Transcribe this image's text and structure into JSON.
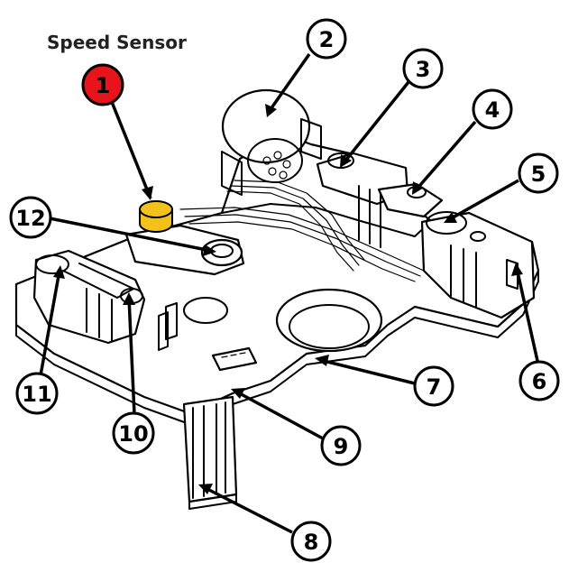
{
  "title": "Speed Sensor",
  "colors": {
    "highlight_callout": "#e8141c",
    "speed_sensor_fill": "#f2c21b",
    "line": "#000000",
    "background": "#ffffff"
  },
  "callouts": [
    {
      "label": "1",
      "highlight": true
    },
    {
      "label": "2"
    },
    {
      "label": "3"
    },
    {
      "label": "4"
    },
    {
      "label": "5"
    },
    {
      "label": "6"
    },
    {
      "label": "7"
    },
    {
      "label": "8"
    },
    {
      "label": "9"
    },
    {
      "label": "10"
    },
    {
      "label": "11"
    },
    {
      "label": "12"
    }
  ]
}
